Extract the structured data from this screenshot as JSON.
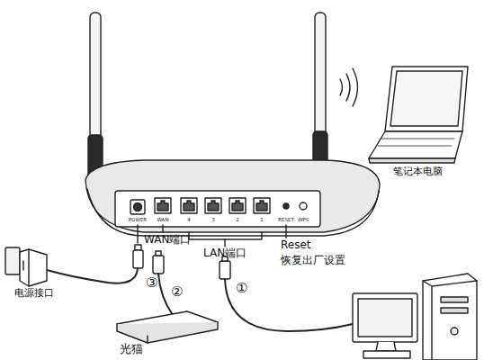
{
  "diagram": {
    "labels": [
      "笔记本电脑",
      "POWER",
      "WAN",
      "4",
      "3",
      "2",
      "1",
      "RESET",
      "WPS",
      "WAN端口",
      "LAN端口",
      "Reset",
      "恢复出厂设置",
      "电源接口",
      "③",
      "②",
      "①",
      "光猫"
    ]
  }
}
